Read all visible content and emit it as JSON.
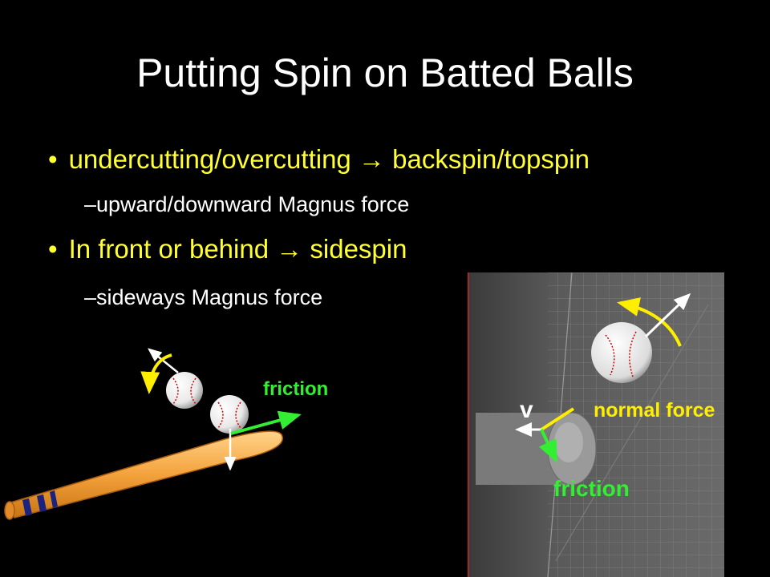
{
  "slide": {
    "title": "Putting Spin on Batted Balls",
    "bullets": [
      {
        "text": "undercutting/overcutting → backspin/topspin",
        "sub": "–upward/downward Magnus force"
      },
      {
        "text": "In front or behind → sidespin",
        "sub": "–sideways Magnus force"
      }
    ]
  },
  "diagram_left": {
    "friction_label": "friction"
  },
  "photo": {
    "velocity_label": "v",
    "normal_force_label": "normal force",
    "friction_label": "friction"
  },
  "colors": {
    "bullet_text": "#ffff33",
    "friction": "#33ee33",
    "spin_arrow": "#ffee00"
  }
}
